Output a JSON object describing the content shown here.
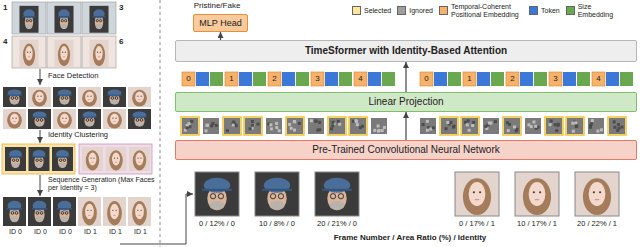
{
  "diagram": {
    "nodes": [
      {
        "text": [
          "MLP Head"
        ]
      },
      {
        "text": [
          "TimeSformer with Identity-Based Attention"
        ]
      },
      {
        "text": [
          "Linear Projection"
        ]
      },
      {
        "text": [
          "Pre-Trained Convolutional Neural Network"
        ]
      }
    ],
    "edges": [
      {
        "from": 3,
        "to": 2,
        "arrow": "to"
      },
      {
        "from": 2,
        "to": 1,
        "arrow": "to"
      },
      {
        "from": 1,
        "to": 0,
        "arrow": "to"
      }
    ],
    "labels": [
      "1",
      "3",
      "4",
      "6",
      "Face Detection",
      "Identity Clustering",
      "Sequence Generation (Max Faces per Identity = 3)",
      "ID 0",
      "ID 0",
      "ID 0",
      "ID 1",
      "ID 1",
      "ID 1",
      "Pristine/Fake",
      "0",
      "1",
      "2",
      "3",
      "4",
      "0",
      "1",
      "2",
      "3",
      "4",
      "0 / 12% / 0",
      "10 / 8% / 0",
      "20 / 21% / 0",
      "0 / 17% / 1",
      "10 / 17% / 1",
      "20 / 22% / 1",
      "Frame Number / Area Ratio (%) / Identity"
    ],
    "legend": [
      {
        "text": "Selected",
        "color": "#ffe599"
      },
      {
        "text": "Ignored",
        "color": "#9e9e9e"
      },
      {
        "text": "Temporal-Coherent Positional Embedding",
        "color": "#f6b26b"
      },
      {
        "text": "Token",
        "color": "#3c78d8"
      },
      {
        "text": "Size Embedding",
        "color": "#6aa84f"
      }
    ]
  }
}
